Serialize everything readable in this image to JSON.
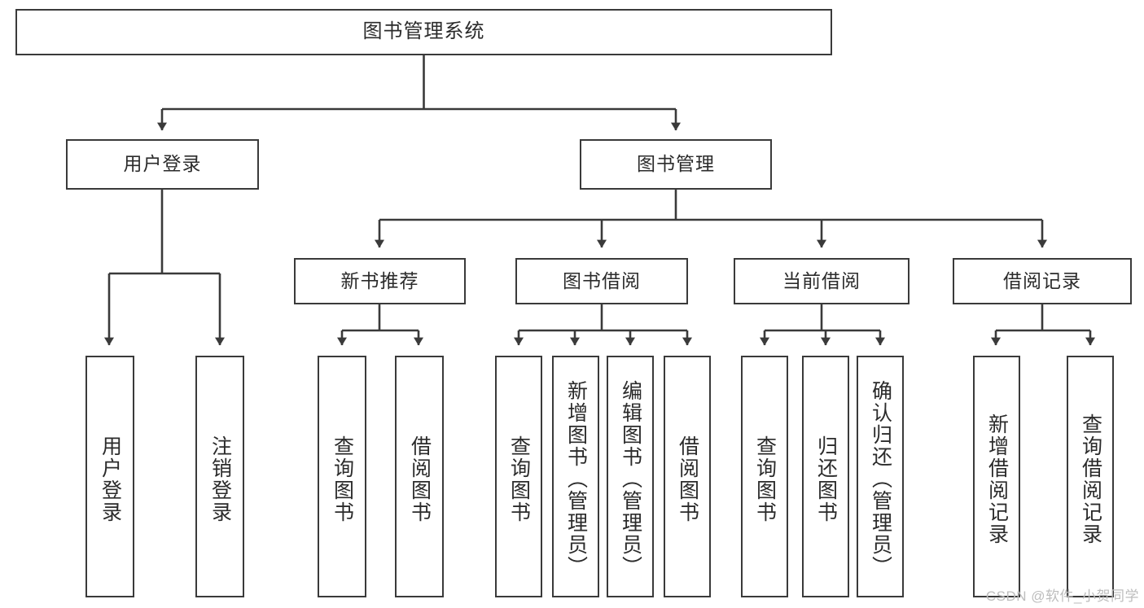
{
  "diagram": {
    "title": "图书管理系统",
    "watermark": "CSDN @软件_小贺同学",
    "colors": {
      "stroke": "#3a3a3a",
      "text": "#2b2b2b",
      "background": "#ffffff",
      "watermark": "#bdbdbd"
    },
    "root": {
      "label": "图书管理系统"
    },
    "level2": [
      {
        "label": "用户登录"
      },
      {
        "label": "图书管理"
      }
    ],
    "level3": [
      {
        "label": "新书推荐"
      },
      {
        "label": "图书借阅"
      },
      {
        "label": "当前借阅"
      },
      {
        "label": "借阅记录"
      }
    ],
    "leaves": {
      "user_login": [
        {
          "label": "用户登录"
        },
        {
          "label": "注销登录"
        }
      ],
      "new_book": [
        {
          "label": "查询图书"
        },
        {
          "label": "借阅图书"
        }
      ],
      "borrow_book": [
        {
          "label": "查询图书"
        },
        {
          "label": "新增图书（管理员）"
        },
        {
          "label": "编辑图书（管理员）"
        },
        {
          "label": "借阅图书"
        }
      ],
      "current_borrow": [
        {
          "label": "查询图书"
        },
        {
          "label": "归还图书"
        },
        {
          "label": "确认归还（管理员）"
        }
      ],
      "borrow_record": [
        {
          "label": "新增借阅记录"
        },
        {
          "label": "查询借阅记录"
        }
      ]
    }
  }
}
